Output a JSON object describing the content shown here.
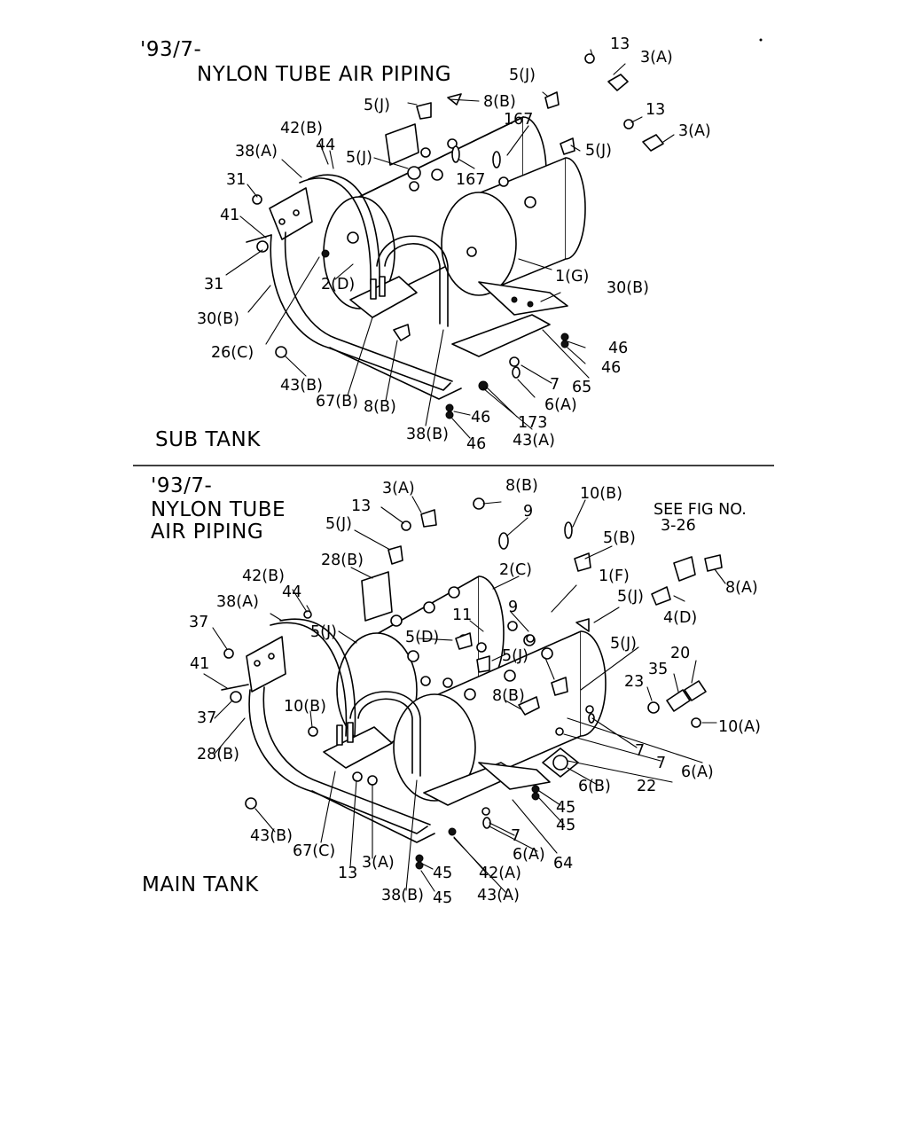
{
  "colors": {
    "ink": "#000000",
    "paper": "#ffffff"
  },
  "sub_tank": {
    "date": "'93/7-",
    "title": "NYLON TUBE  AIR PIPING",
    "caption": "SUB TANK",
    "callouts": [
      "13",
      "3(A)",
      "5(J)",
      "8(B)",
      "5(J)",
      "167",
      "13",
      "3(A)",
      "42(B)",
      "44",
      "38(A)",
      "5(J)",
      "167",
      "5(J)",
      "31",
      "41",
      "31",
      "2(D)",
      "1(G)",
      "30(B)",
      "30(B)",
      "26(C)",
      "46",
      "46",
      "43(B)",
      "7",
      "65",
      "67(B)",
      "8(B)",
      "6(A)",
      "46",
      "173",
      "38(B)",
      "46",
      "43(A)"
    ]
  },
  "main_tank": {
    "date": "'93/7-",
    "title_line1": "NYLON TUBE",
    "title_line2": "AIR PIPING",
    "caption": "MAIN TANK",
    "see_fig_line1": "SEE FIG NO.",
    "see_fig_line2": "3-26",
    "callouts": [
      "3(A)",
      "8(B)",
      "10(B)",
      "13",
      "9",
      "5(J)",
      "5(B)",
      "28(B)",
      "2(C)",
      "1(F)",
      "8(A)",
      "42(B)",
      "9",
      "44",
      "5(J)",
      "38(A)",
      "11",
      "4(D)",
      "37",
      "5(J)",
      "5(D)",
      "5(J)",
      "5(J)",
      "20",
      "41",
      "35",
      "23",
      "37",
      "10(B)",
      "8(B)",
      "10(A)",
      "28(B)",
      "7",
      "6(A)",
      "7",
      "22",
      "6(B)",
      "45",
      "45",
      "43(B)",
      "7",
      "64",
      "67(C)",
      "6(A)",
      "3(A)",
      "13",
      "45",
      "42(A)",
      "38(B)",
      "45",
      "43(A)"
    ]
  }
}
